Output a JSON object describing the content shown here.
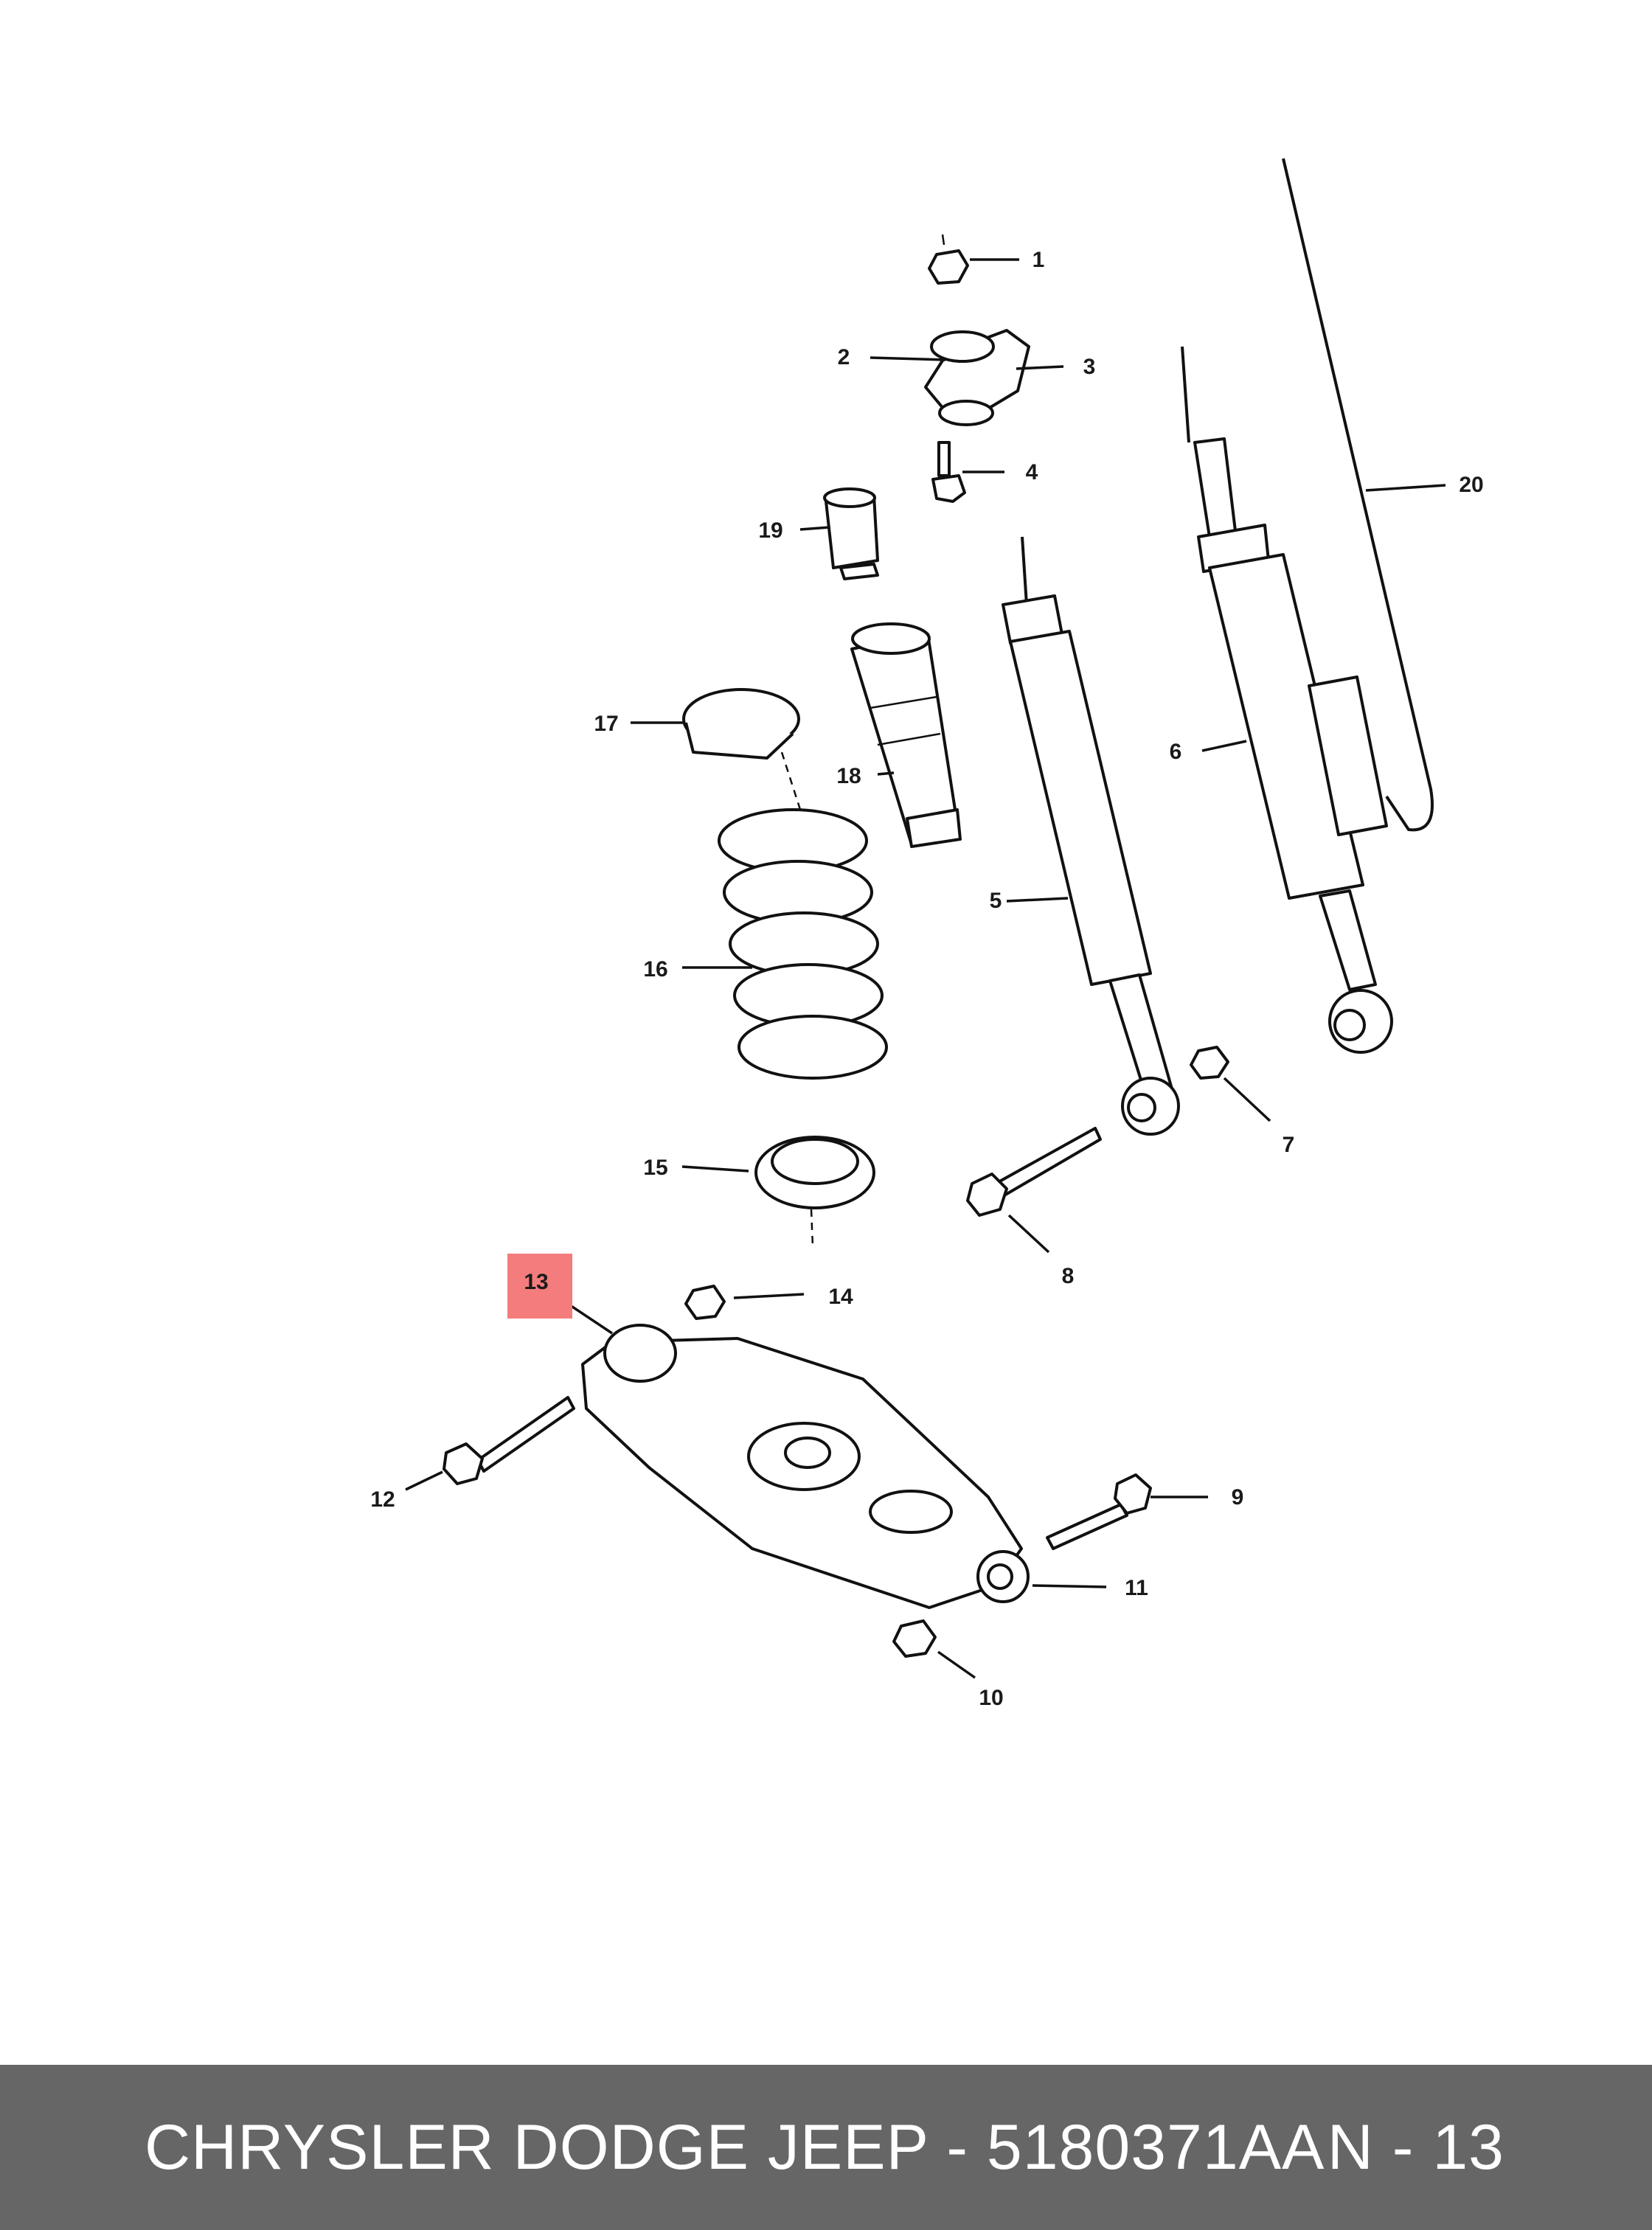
{
  "diagram": {
    "highlighted_callout": "13",
    "highlight_color": "#f47c7c",
    "callouts": [
      "1",
      "2",
      "3",
      "4",
      "19",
      "20",
      "17",
      "18",
      "6",
      "5",
      "16",
      "7",
      "15",
      "8",
      "13",
      "14",
      "12",
      "9",
      "11",
      "10"
    ]
  },
  "footer": {
    "brand_part": "CHRYSLER DODGE JEEP - 5180371AA",
    "page_ref": "N - 13",
    "background": "#666666"
  }
}
